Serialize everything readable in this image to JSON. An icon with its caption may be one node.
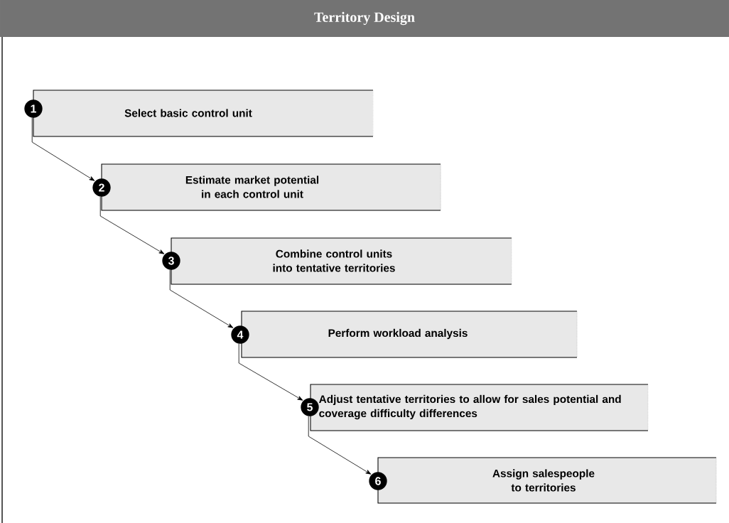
{
  "diagram": {
    "title": "Territory Design",
    "nodes": [
      {
        "text": [
          "1"
        ]
      },
      {
        "text": [
          "Select basic control unit"
        ]
      },
      {
        "text": [
          "2"
        ]
      },
      {
        "text": [
          "Estimate market potential in each control unit"
        ]
      },
      {
        "text": [
          "3"
        ]
      },
      {
        "text": [
          "Combine control units into tentative territories"
        ]
      },
      {
        "text": [
          "4"
        ]
      },
      {
        "text": [
          "Perform workload analysis"
        ]
      },
      {
        "text": [
          "5"
        ]
      },
      {
        "text": [
          "Adjust tentative territories to allow for sales potential and coverage difficulty differences"
        ]
      },
      {
        "text": [
          "6"
        ]
      },
      {
        "text": [
          "Assign salespeople to territories"
        ]
      }
    ],
    "edges": [
      {
        "from": 0,
        "to": 2,
        "arrow": "to"
      },
      {
        "from": 2,
        "to": 4,
        "arrow": "to"
      },
      {
        "from": 4,
        "to": 6,
        "arrow": "to"
      },
      {
        "from": 6,
        "to": 8,
        "arrow": "to"
      },
      {
        "from": 8,
        "to": 10,
        "arrow": "to"
      }
    ]
  }
}
